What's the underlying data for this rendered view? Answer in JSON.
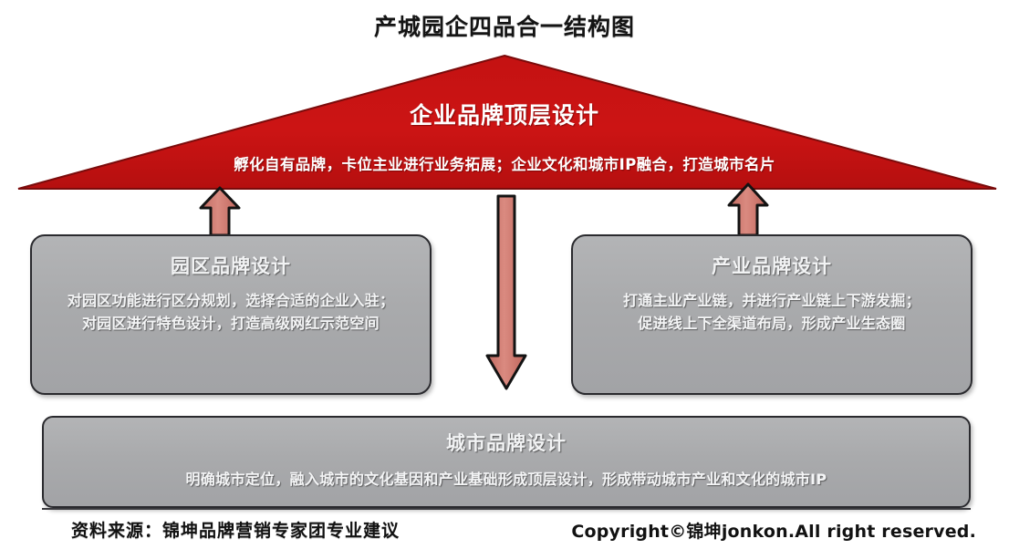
{
  "page": {
    "title": "产城园企四品合一结构图",
    "background_color": "#ffffff"
  },
  "colors": {
    "roof_red": "#c81414",
    "roof_red_dark": "#8c0c0c",
    "panel_gray": "#a9aaac",
    "panel_border": "#2a2a2e",
    "arrow_fill": "#d0756c",
    "arrow_border": "#1a1a1a",
    "text_dark": "#121212",
    "text_light": "#f4f5f6"
  },
  "roof": {
    "heading": "企业品牌顶层设计",
    "body": "孵化自有品牌，卡位主业进行业务拓展；企业文化和城市IP融合，打造城市名片"
  },
  "panels": [
    {
      "id": "park",
      "heading": "园区品牌设计",
      "body": "对园区功能进行区分规划，选择合适的企业入驻；\n对园区进行特色设计，打造高级网红示范空间"
    },
    {
      "id": "industry",
      "heading": "产业品牌设计",
      "body": "打通主业产业链，并进行产业链上下游发掘；\n促进线上下全渠道布局，形成产业生态圈"
    },
    {
      "id": "city",
      "heading": "城市品牌设计",
      "body": "明确城市定位，融入城市的文化基因和产业基础形成顶层设计，形成带动城市产业和文化的城市IP"
    }
  ],
  "arrows": [
    {
      "id": "left",
      "direction": "up",
      "icon": "arrow-up-icon"
    },
    {
      "id": "right",
      "direction": "up",
      "icon": "arrow-up-icon"
    },
    {
      "id": "center",
      "direction": "down",
      "icon": "arrow-down-icon"
    }
  ],
  "footer": {
    "source": "资料来源：锦坤品牌营销专家团专业建议",
    "copyright": "Copyright©锦坤jonkon.All right reserved."
  }
}
